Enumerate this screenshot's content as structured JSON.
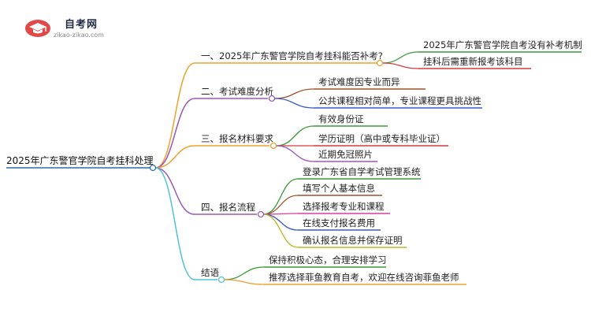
{
  "logo": {
    "title": "自考网",
    "url": "zikao-zikao.com"
  },
  "root": "2025年广东警官学院自考挂科处理",
  "branches": [
    {
      "label": "一、2025年广东警官学院自考挂科能否补考?",
      "color": "#f0a030",
      "children": [
        {
          "label": "2025年广东警官学院自考没有补考机制",
          "color": "#3a9a3a"
        },
        {
          "label": "挂科后需重新报考该科目",
          "color": "#d23c3c"
        }
      ]
    },
    {
      "label": "二、考试难度分析",
      "color": "#9b59b6",
      "children": [
        {
          "label": "考试难度因专业而异",
          "color": "#a0522d"
        },
        {
          "label": "公共课程相对简单，专业课程更具挑战性",
          "color": "#3a5ac8"
        }
      ]
    },
    {
      "label": "三、报名材料要求",
      "color": "#f0a030",
      "children": [
        {
          "label": "有效身份证",
          "color": "#3a9a3a"
        },
        {
          "label": "学历证明（高中或专科毕业证）",
          "color": "#d23c3c"
        },
        {
          "label": "近期免冠照片",
          "color": "#9b59b6"
        }
      ]
    },
    {
      "label": "四、报名流程",
      "color": "#9b59b6",
      "children": [
        {
          "label": "登录广东省自学考试管理系统",
          "color": "#3a9a3a"
        },
        {
          "label": "填写个人基本信息",
          "color": "#a0522d"
        },
        {
          "label": "选择报考专业和课程",
          "color": "#d63fa0"
        },
        {
          "label": "在线支付报名费用",
          "color": "#3a5ac8"
        },
        {
          "label": "确认报名信息并保存证明",
          "color": "#b8b81e"
        }
      ]
    },
    {
      "label": "结语",
      "color": "#4fc3d9",
      "children": [
        {
          "label": "保持积极心态，合理安排学习",
          "color": "#3a9a3a"
        },
        {
          "label": "推荐选择菲鱼教育自考，欢迎在线咨询菲鱼老师",
          "color": "#f0a030"
        }
      ]
    }
  ]
}
